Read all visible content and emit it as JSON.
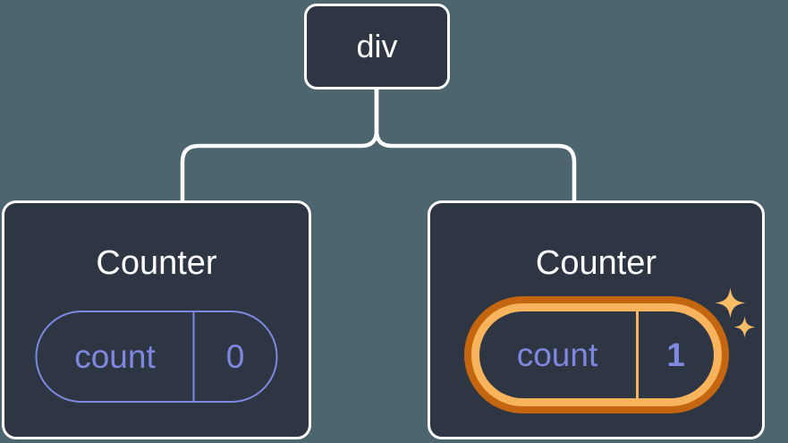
{
  "tree": {
    "root": {
      "label": "div"
    },
    "children": [
      {
        "title": "Counter",
        "state_key": "count",
        "state_value": "0",
        "highlighted": false
      },
      {
        "title": "Counter",
        "state_key": "count",
        "state_value": "1",
        "highlighted": true
      }
    ]
  },
  "colors": {
    "background": "#4c656e",
    "node_fill": "#2f3643",
    "node_border": "#ffffff",
    "connector": "#ffffff",
    "state_purple": "#7f88e0",
    "highlight_orange_dark": "#c4660f",
    "highlight_orange_light": "#f8b45c",
    "sparkle_orange": "#f9bd68",
    "title_text": "#ffffff"
  },
  "icons": [
    {
      "name": "sparkle-icon",
      "glyph": "four-point-stars"
    }
  ]
}
